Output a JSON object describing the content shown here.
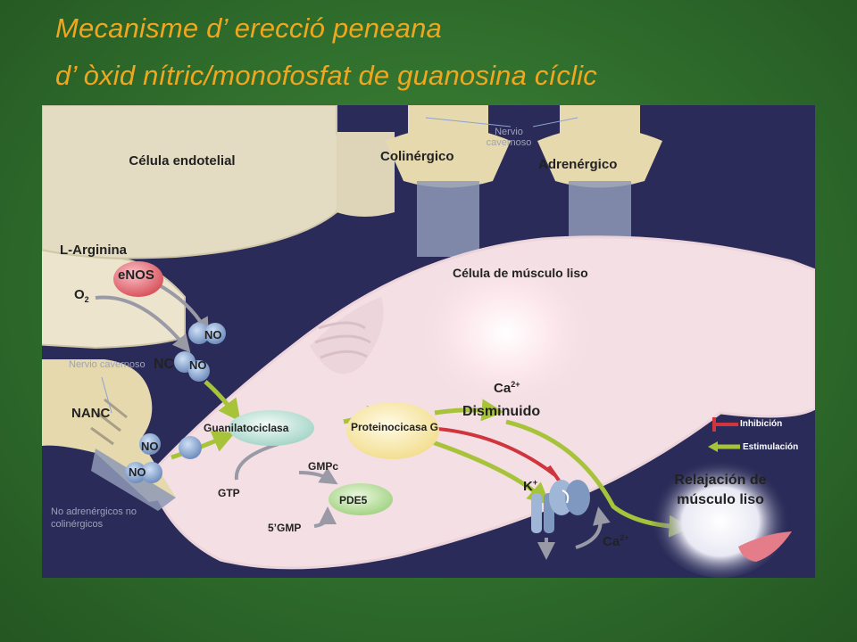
{
  "title": {
    "line1": "Mecanisme d’ erecció peneana",
    "line2": "d’ òxid nítric/monofosfat de guanosina cíclic"
  },
  "labels": {
    "nervio_cavernoso_top": "Nervio cavernoso",
    "colinergico": "Colinérgico",
    "adrenergico": "Adrenérgico",
    "celula_endotelial": "Célula endotelial",
    "l_arginina": "L-Arginina",
    "enos": "eNOS",
    "o2_base": "O",
    "o2_sub": "2",
    "celula_musculo_liso": "Célula de músculo liso",
    "no": "NO",
    "no_partial": "NC",
    "nervio_cavernoso_left": "Nervio cavernoso",
    "nanc": "NANC",
    "no_adrenergicos": "No adrenérgicos no colinérgicos",
    "guanilatociclasa": "Guanilatociclasa",
    "proteinocicasa": "Proteinocicasa G",
    "gmpc": "GMPc",
    "gtp": "GTP",
    "pde5": "PDE5",
    "five_gmp": "5’GMP",
    "ca": "Ca",
    "ca_sup": "2+",
    "disminuido": "Disminuido",
    "k": "K",
    "k_sup": "+",
    "inhibicion": "Inhibición",
    "estimulacion": "Estimulación",
    "relajacion": "Relajación de músculo liso"
  },
  "colors": {
    "title": "#f0a71f",
    "background": "#2f6d2c",
    "panel": "#2a2b58",
    "cell": "#f6e9ea",
    "nerve": "#e6d9ae",
    "stimulation": "#a7c33a",
    "inhibition": "#d0343c",
    "no_molecule": "#8fa8cc",
    "enos": "#e87b86",
    "pde5": "#bfe3a8"
  }
}
